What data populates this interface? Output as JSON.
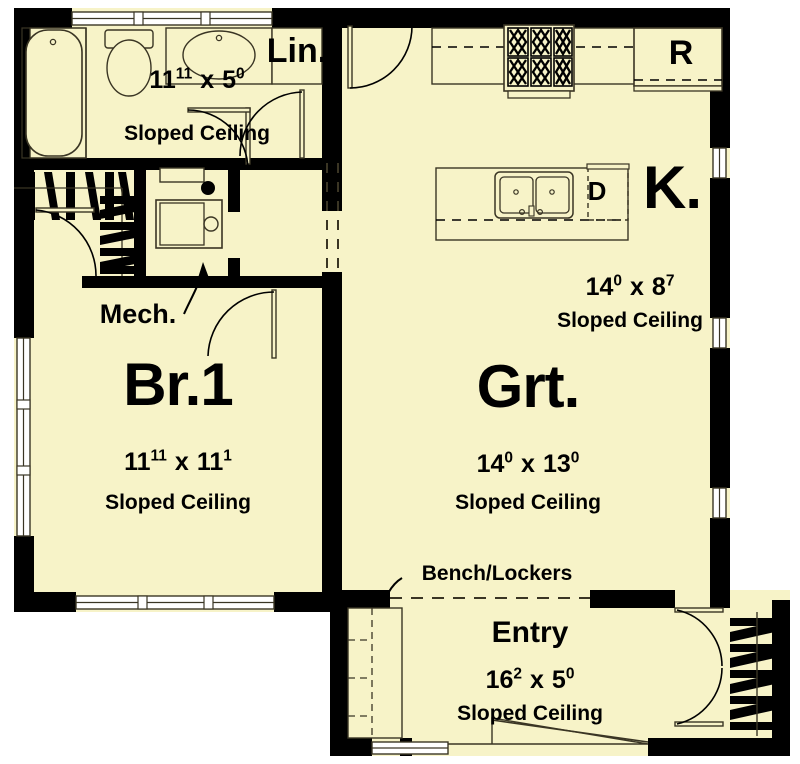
{
  "plan": {
    "title": "Floor Plan",
    "colors": {
      "floor_fill": "#f7f3c8",
      "wall": "#000000",
      "line": "#3a3524",
      "background": "#ffffff"
    },
    "rooms": [
      {
        "id": "bath",
        "name": "",
        "dim_feet_w": "11",
        "dim_inch_w": "11",
        "dim_feet_h": "5",
        "dim_inch_h": "0",
        "dims": "11 x 5",
        "ceiling": "Sloped Ceiling"
      },
      {
        "id": "bedroom1",
        "name": "Br.1",
        "dim_feet_w": "11",
        "dim_inch_w": "11",
        "dim_feet_h": "11",
        "dim_inch_h": "1",
        "dims": "11 x 11",
        "ceiling": "Sloped Ceiling"
      },
      {
        "id": "kitchen",
        "name": "K.",
        "dim_feet_w": "14",
        "dim_inch_w": "0",
        "dim_feet_h": "8",
        "dim_inch_h": "7",
        "dims": "14 x 8",
        "ceiling": "Sloped Ceiling"
      },
      {
        "id": "great-room",
        "name": "Grt.",
        "dim_feet_w": "14",
        "dim_inch_w": "0",
        "dim_feet_h": "13",
        "dim_inch_h": "0",
        "dims": "14 x 13",
        "ceiling": "Sloped Ceiling"
      },
      {
        "id": "entry",
        "name": "Entry",
        "dim_feet_w": "16",
        "dim_inch_w": "2",
        "dim_feet_h": "5",
        "dim_inch_h": "0",
        "dims": "16 x 5",
        "ceiling": "Sloped Ceiling"
      },
      {
        "id": "mech",
        "name": "Mech.",
        "dims": "",
        "ceiling": ""
      }
    ],
    "labels": {
      "linen_closet": "Lin.",
      "mech_room": "Mech.",
      "bench_lockers": "Bench/Lockers",
      "refrigerator": "R",
      "dishwasher": "D"
    },
    "fixtures": [
      {
        "name": "bathtub"
      },
      {
        "name": "toilet"
      },
      {
        "name": "vanity-sink"
      },
      {
        "name": "water-heater"
      },
      {
        "name": "kitchen-range"
      },
      {
        "name": "kitchen-double-sink"
      },
      {
        "name": "refrigerator"
      },
      {
        "name": "dishwasher"
      },
      {
        "name": "bench-lockers"
      },
      {
        "name": "coat-closet"
      },
      {
        "name": "stairs"
      }
    ]
  }
}
